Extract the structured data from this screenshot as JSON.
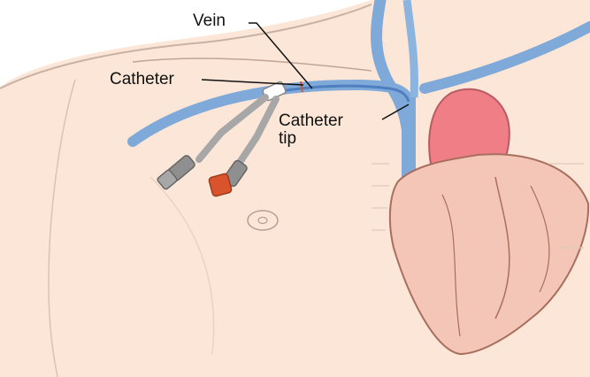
{
  "labels": {
    "vein": "Vein",
    "catheter": "Catheter",
    "catheter_tip_line1": "Catheter",
    "catheter_tip_line2": "tip"
  },
  "colors": {
    "skin": "#fbe6d7",
    "skin_outline": "#c9b2a3",
    "vein": "#7ea9d9",
    "vein_dark": "#4f7fc0",
    "heart": "#f3c6b8",
    "heart_outline": "#a86e5e",
    "aorta": "#ef7e86",
    "catheter_cap_red": "#d9532c",
    "catheter_gray": "#a7a7a7"
  },
  "icons": {
    "nipple": "nipple-icon"
  }
}
